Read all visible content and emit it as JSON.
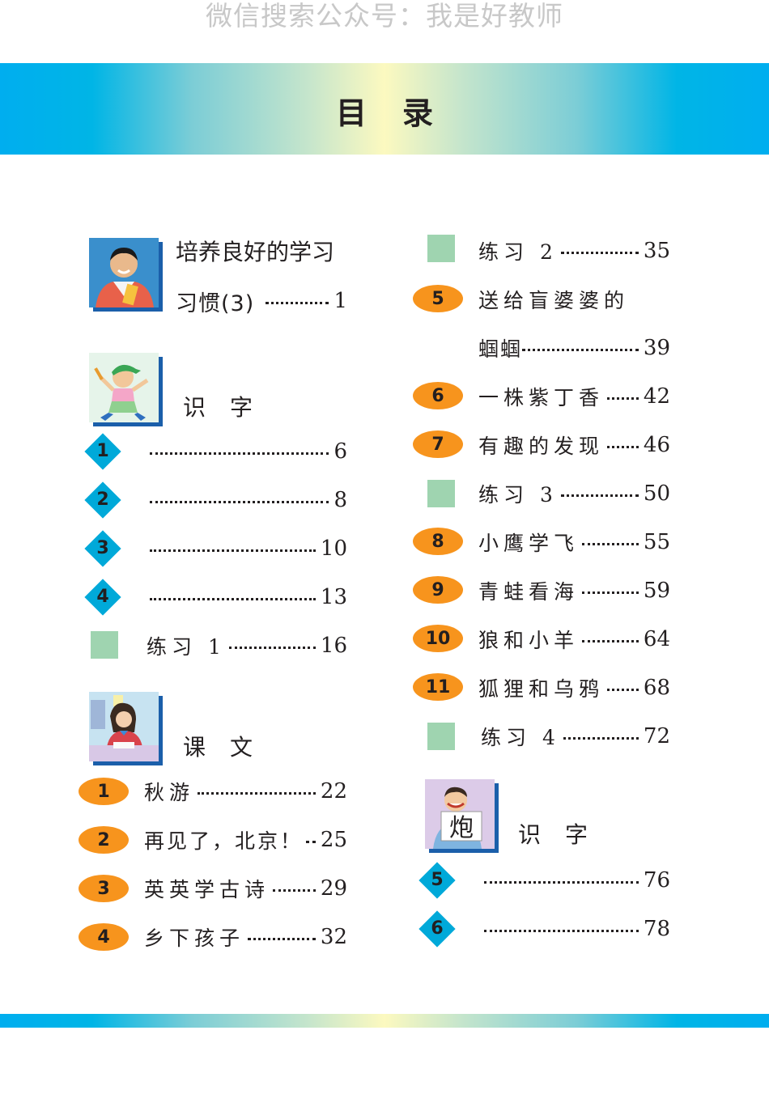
{
  "watermark": "微信搜索公众号：我是好教师",
  "title": "目录",
  "intro": {
    "line1": "培养良好的学习",
    "line2": "习惯(3)",
    "page": "1",
    "picture": "boy-photo"
  },
  "section_shizi_1": {
    "title": "识字",
    "picture": "boy-with-cap-illustration",
    "items": [
      {
        "badge": "1",
        "label": "",
        "page": "6"
      },
      {
        "badge": "2",
        "label": "",
        "page": "8"
      },
      {
        "badge": "3",
        "label": "",
        "page": "10"
      },
      {
        "badge": "4",
        "label": "",
        "page": "13"
      }
    ],
    "exercise": {
      "label": "练习 1",
      "page": "16"
    }
  },
  "section_kewen": {
    "title": "课文",
    "picture": "girl-writing-illustration",
    "items": [
      {
        "badge": "1",
        "label": "秋游",
        "page": "22"
      },
      {
        "badge": "2",
        "label": "再见了，北京！",
        "page": "25"
      },
      {
        "badge": "3",
        "label": "英英学古诗",
        "page": "29"
      },
      {
        "badge": "4",
        "label": "乡下孩子",
        "page": "32"
      }
    ]
  },
  "right_column": {
    "items": [
      {
        "type": "exercise",
        "label": "练习 2",
        "page": "35"
      },
      {
        "type": "lesson",
        "badge": "5",
        "label": "送给盲婆婆的",
        "label2": "蝈蝈",
        "page": "39"
      },
      {
        "type": "lesson",
        "badge": "6",
        "label": "一株紫丁香",
        "page": "42"
      },
      {
        "type": "lesson",
        "badge": "7",
        "label": "有趣的发现",
        "page": "46"
      },
      {
        "type": "exercise",
        "label": "练习 3",
        "page": "50"
      },
      {
        "type": "lesson",
        "badge": "8",
        "label": "小鹰学飞",
        "page": "55"
      },
      {
        "type": "lesson",
        "badge": "9",
        "label": "青蛙看海",
        "page": "59"
      },
      {
        "type": "lesson",
        "badge": "10",
        "label": "狼和小羊",
        "page": "64"
      },
      {
        "type": "lesson",
        "badge": "11",
        "label": "狐狸和乌鸦",
        "page": "68"
      },
      {
        "type": "exercise",
        "label": "练习 4",
        "page": "72"
      }
    ]
  },
  "section_shizi_2": {
    "title": "识字",
    "picture": "boy-holding-character-card",
    "card_char": "炮",
    "items": [
      {
        "badge": "5",
        "label": "",
        "page": "76"
      },
      {
        "badge": "6",
        "label": "",
        "page": "78"
      }
    ]
  },
  "colors": {
    "oval_badge": "#f7941d",
    "diamond_badge": "#00a9d9",
    "exercise_square": "#9fd4b0",
    "picture_shadow": "#1b5faa",
    "band_edge": "#00aeef",
    "band_center": "#fcf9c0"
  }
}
